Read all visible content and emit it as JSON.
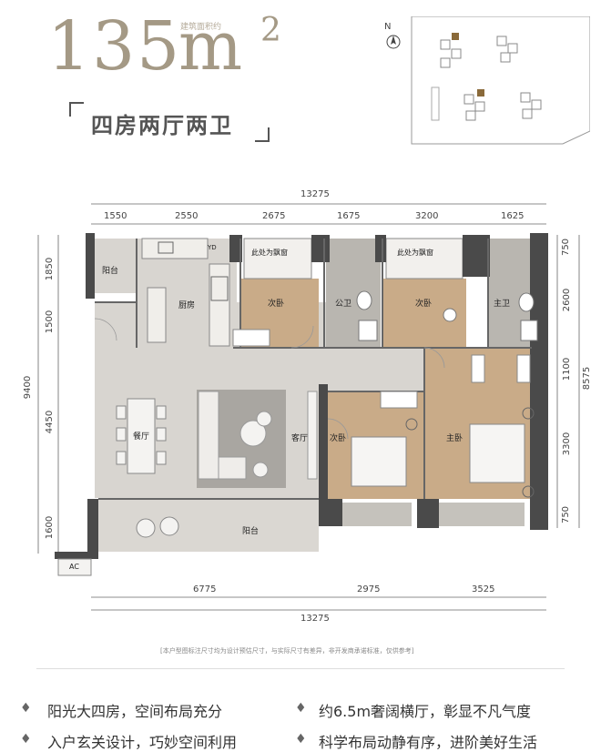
{
  "header": {
    "area_number": "135",
    "area_unit": "m",
    "area_superscript": "2",
    "area_note": "建筑面积约",
    "unit_type": "四房两厅两卫"
  },
  "compass": {
    "north": "N"
  },
  "dimensions": {
    "top_total": "13275",
    "top_segments": [
      "1550",
      "2550",
      "2675",
      "1675",
      "3200",
      "1625"
    ],
    "bottom_segments": [
      "6775",
      "2975",
      "3525"
    ],
    "bottom_total": "13275",
    "left_total": "9400",
    "left_segments": [
      "1850",
      "1500",
      "4450",
      "1600"
    ],
    "right_total": "8575",
    "right_segments": [
      "750",
      "2600",
      "1100",
      "3300",
      "750"
    ]
  },
  "rooms": {
    "balcony_small": "阳台",
    "kitchen": "厨房",
    "bedroom_1": "次卧",
    "bay_window_1": "此处为飘窗",
    "public_bath": "公卫",
    "bedroom_2": "次卧",
    "bay_window_2": "此处为飘窗",
    "master_bath": "主卫",
    "dining": "餐厅",
    "living": "客厅",
    "bedroom_3": "次卧",
    "master_bedroom": "主卧",
    "balcony_large": "阳台",
    "ac": "AC",
    "yd": "YD"
  },
  "disclaimer": "[本户型图标注尺寸均为设计预估尺寸，与实际尺寸有差异，非开发商承诺标准，仅供参考]",
  "features": [
    "阳光大四房，空间布局充分",
    "约6.5m奢阔横厅，彰显不凡气度",
    "入户玄关设计，巧妙空间利用",
    "科学布局动静有序，进阶美好生活"
  ],
  "colors": {
    "accent": "#a49985",
    "wood": "#c9ab88",
    "tile": "#b9b6b0",
    "floor": "#d8d5d0",
    "wall": "#4a4a4a"
  }
}
